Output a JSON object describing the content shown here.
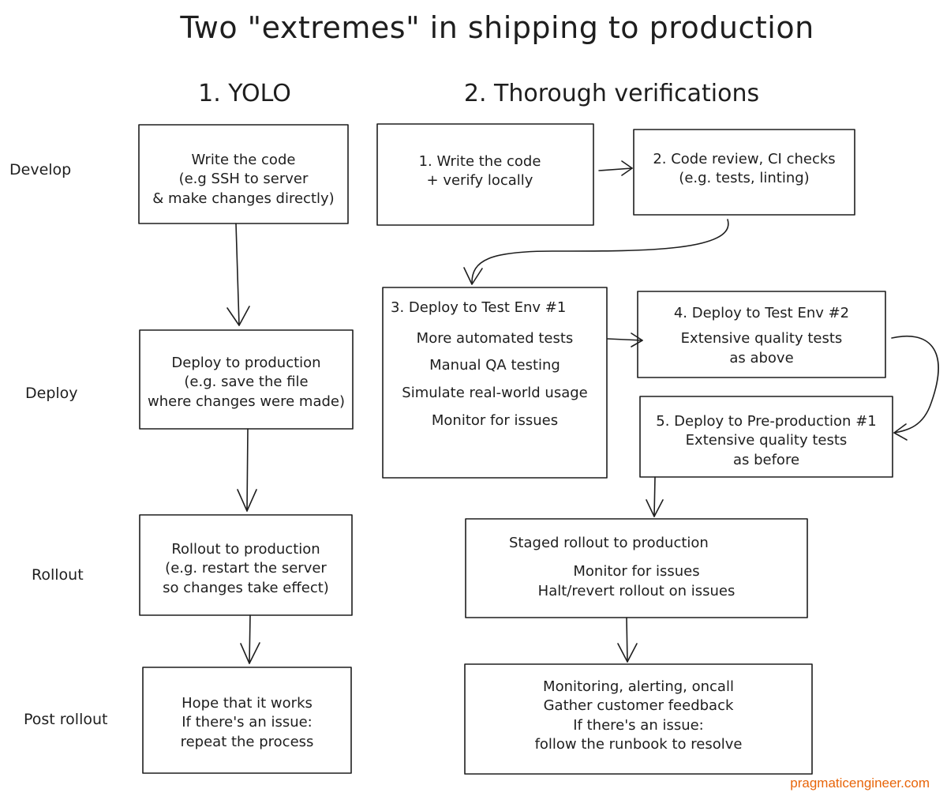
{
  "title": "Two \"extremes\" in shipping to production",
  "columns": {
    "yolo": "1. YOLO",
    "thorough": "2. Thorough verifications"
  },
  "rows": [
    "Develop",
    "Deploy",
    "Rollout",
    "Post rollout"
  ],
  "yolo_steps": [
    {
      "lines": [
        "Write the code",
        "(e.g SSH to server",
        "& make changes directly)"
      ]
    },
    {
      "lines": [
        "Deploy to production",
        "(e.g. save the file",
        "where changes were made)"
      ]
    },
    {
      "lines": [
        "Rollout to production",
        "(e.g. restart the server",
        "so changes take effect)"
      ]
    },
    {
      "lines": [
        "Hope that it works",
        "If there's an issue:",
        "repeat the process"
      ]
    }
  ],
  "thorough_steps": [
    {
      "lines": [
        "1. Write  the code",
        "+ verify locally"
      ]
    },
    {
      "lines": [
        "2. Code review, CI checks",
        "(e.g. tests, linting)"
      ]
    },
    {
      "lines": [
        "3. Deploy to Test Env #1",
        "",
        "More automated tests",
        "",
        "Manual QA testing",
        "",
        "Simulate real-world usage",
        "",
        "Monitor for issues"
      ]
    },
    {
      "lines": [
        "4. Deploy to Test Env #2",
        "Extensive quality tests",
        "as above"
      ]
    },
    {
      "lines": [
        "5. Deploy to Pre-production #1",
        "Extensive quality tests",
        "as before"
      ]
    },
    {
      "lines": [
        "Staged rollout to production",
        "",
        "Monitor for issues",
        "Halt/revert rollout on issues"
      ]
    },
    {
      "lines": [
        "Monitoring, alerting, oncall",
        "Gather customer feedback",
        "If there's an issue:",
        "follow the runbook to resolve"
      ]
    }
  ],
  "credit": "pragmaticengineer.com",
  "colors": {
    "ink": "#1e1e1e",
    "credit": "#e8650a"
  }
}
